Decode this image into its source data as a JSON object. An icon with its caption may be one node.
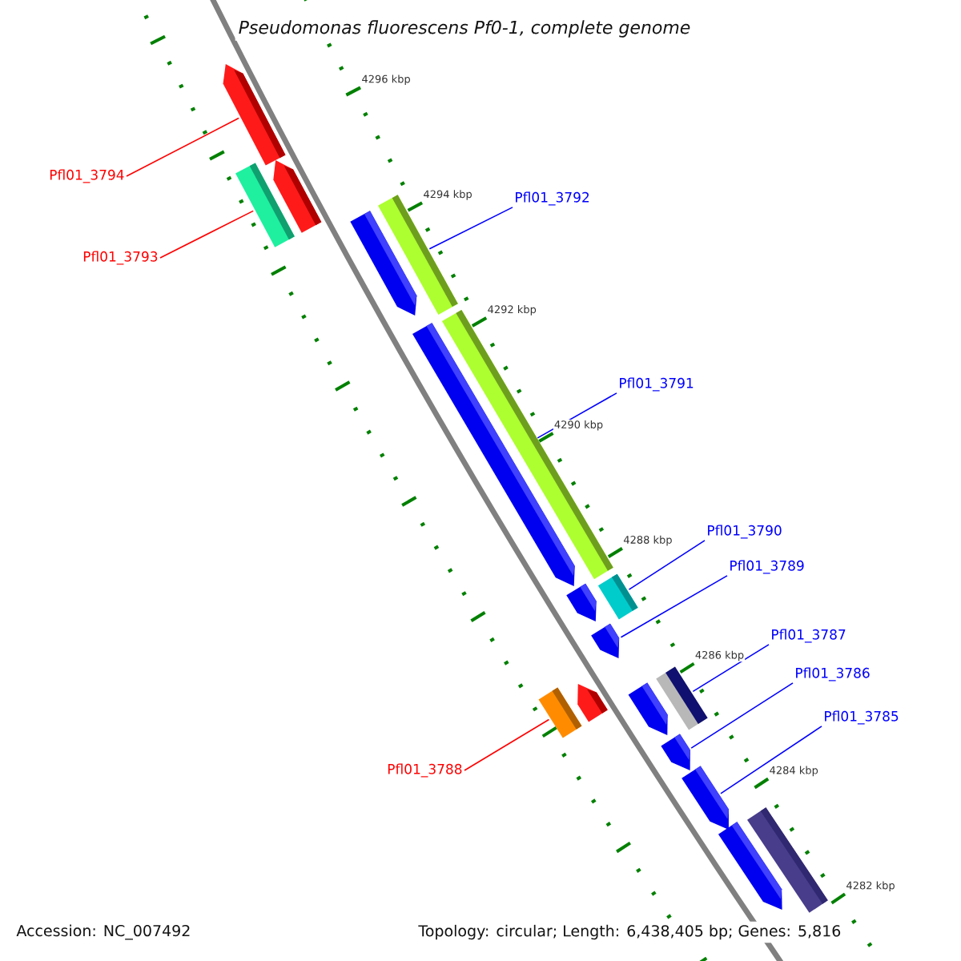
{
  "diagram": {
    "title": "Pseudomonas fluorescens Pf0-1, complete genome",
    "nodes": [
      {
        "text": [
          "Pfl01_3794"
        ]
      },
      {
        "text": [
          "Pfl01_3793"
        ]
      },
      {
        "text": [
          "Pfl01_3792"
        ]
      },
      {
        "text": [
          "Pfl01_3791"
        ]
      },
      {
        "text": [
          "Pfl01_3790"
        ]
      },
      {
        "text": [
          "Pfl01_3789"
        ]
      },
      {
        "text": [
          "Pfl01_3788"
        ]
      },
      {
        "text": [
          "Pfl01_3787"
        ]
      },
      {
        "text": [
          "Pfl01_3786"
        ]
      },
      {
        "text": [
          "Pfl01_3785"
        ]
      },
      {
        "text": [],
        "shape": "arrow"
      },
      {
        "text": [],
        "shape": "arrow"
      },
      {
        "text": [],
        "shape": "bar"
      },
      {
        "text": [],
        "shape": "bar"
      },
      {
        "text": [],
        "shape": "arrow"
      },
      {
        "text": [],
        "shape": "bar"
      },
      {
        "text": [],
        "shape": "arrow"
      },
      {
        "text": [],
        "shape": "bar"
      },
      {
        "text": [],
        "shape": "arrow"
      },
      {
        "text": [],
        "shape": "arrow"
      },
      {
        "text": [],
        "shape": "bar"
      },
      {
        "text": [],
        "shape": "arrow"
      },
      {
        "text": [],
        "shape": "arrow"
      },
      {
        "text": [],
        "shape": "bar"
      },
      {
        "text": [],
        "shape": "arrow"
      },
      {
        "text": [],
        "shape": "arrow"
      },
      {
        "text": [],
        "shape": "bar"
      },
      {
        "text": [],
        "shape": "arrow"
      }
    ],
    "edges": [
      {
        "from": 0,
        "to": 10,
        "arrow": "none",
        "color": "#ff0000"
      },
      {
        "from": 1,
        "to": 12,
        "arrow": "none",
        "color": "#ff0000"
      },
      {
        "from": 2,
        "to": 13,
        "arrow": "none"
      },
      {
        "from": 3,
        "to": 15,
        "arrow": "none"
      },
      {
        "from": 4,
        "to": 17,
        "arrow": "none"
      },
      {
        "from": 5,
        "to": 19,
        "arrow": "none"
      },
      {
        "from": 6,
        "to": 23,
        "arrow": "none",
        "color": "#ff0000"
      },
      {
        "from": 7,
        "to": 20,
        "arrow": "none"
      },
      {
        "from": 8,
        "to": 24,
        "arrow": "none"
      },
      {
        "from": 9,
        "to": 25,
        "arrow": "none"
      }
    ],
    "labels": [
      "4296 kbp",
      "4294 kbp",
      "4292 kbp",
      "4290 kbp",
      "4288 kbp",
      "4286 kbp",
      "4284 kbp",
      "4282 kbp",
      "Accession: NC_007492",
      "Topology: circular; Length: 6,438,405 bp; Genes: 5,816"
    ]
  }
}
